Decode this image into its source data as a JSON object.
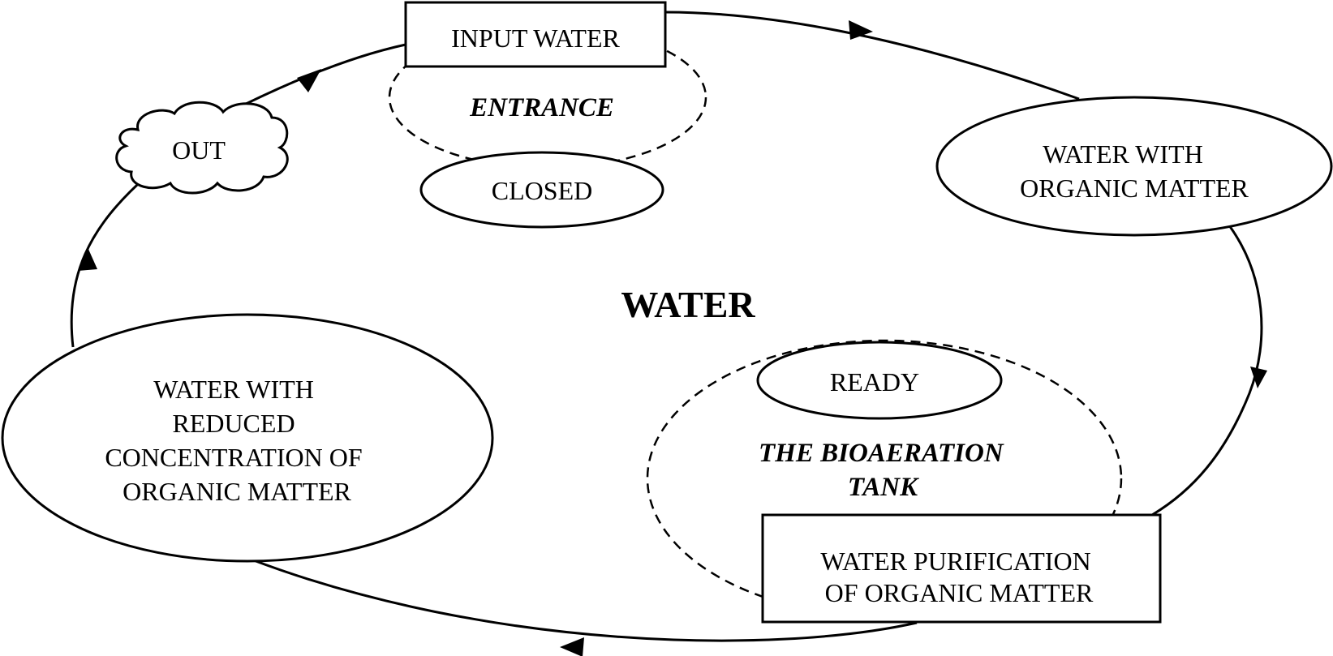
{
  "diagram": {
    "center": "WATER",
    "entrance": {
      "input": "INPUT WATER",
      "group": "ENTRANCE",
      "state": "CLOSED"
    },
    "organic": [
      "WATER WITH",
      "ORGANIC MATTER"
    ],
    "tank": {
      "state": "READY",
      "group": [
        "THE BIOAERATION",
        "TANK"
      ],
      "process": [
        "WATER PURIFICATION",
        "OF ORGANIC MATTER"
      ]
    },
    "reduced": [
      "WATER WITH",
      "REDUCED",
      "CONCENTRATION OF",
      "ORGANIC MATTER"
    ],
    "out": "OUT"
  }
}
